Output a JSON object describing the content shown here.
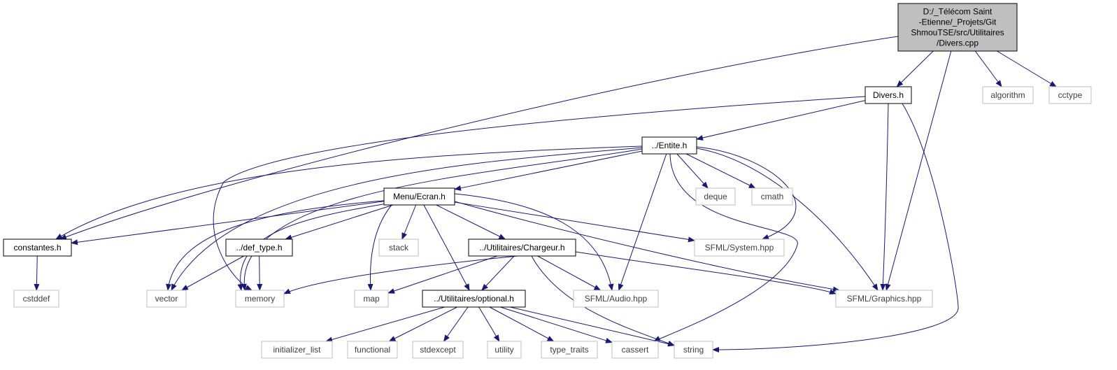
{
  "diagram": {
    "colors": {
      "edge": "#191970",
      "root_fill": "#bfbfbf",
      "box_border": "#000000",
      "system_border": "#bfbfbf",
      "system_text": "#3f3f3f"
    },
    "nodes": [
      {
        "id": "divers_cpp",
        "kind": "root",
        "lines": [
          "D:/_Télécom Saint",
          "-Etienne/_Projets/Git",
          "ShmouTSE/src/Utilitaires",
          "/Divers.cpp"
        ]
      },
      {
        "id": "divers_h",
        "kind": "file",
        "lines": [
          "Divers.h"
        ]
      },
      {
        "id": "algorithm",
        "kind": "system",
        "lines": [
          "algorithm"
        ]
      },
      {
        "id": "cctype",
        "kind": "system",
        "lines": [
          "cctype"
        ]
      },
      {
        "id": "entite_h",
        "kind": "file",
        "lines": [
          "../Entite.h"
        ]
      },
      {
        "id": "deque",
        "kind": "system",
        "lines": [
          "deque"
        ]
      },
      {
        "id": "cmath",
        "kind": "system",
        "lines": [
          "cmath"
        ]
      },
      {
        "id": "menu_ecran_h",
        "kind": "file",
        "lines": [
          "Menu/Ecran.h"
        ]
      },
      {
        "id": "stack",
        "kind": "system",
        "lines": [
          "stack"
        ]
      },
      {
        "id": "sfml_system",
        "kind": "system",
        "lines": [
          "SFML/System.hpp"
        ]
      },
      {
        "id": "constantes_h",
        "kind": "file",
        "lines": [
          "constantes.h"
        ]
      },
      {
        "id": "def_type_h",
        "kind": "file",
        "lines": [
          "../def_type.h"
        ]
      },
      {
        "id": "chargeur_h",
        "kind": "file",
        "lines": [
          "../Utilitaires/Chargeur.h"
        ]
      },
      {
        "id": "cstddef",
        "kind": "system",
        "lines": [
          "cstddef"
        ]
      },
      {
        "id": "vector",
        "kind": "system",
        "lines": [
          "vector"
        ]
      },
      {
        "id": "memory",
        "kind": "system",
        "lines": [
          "memory"
        ]
      },
      {
        "id": "map",
        "kind": "system",
        "lines": [
          "map"
        ]
      },
      {
        "id": "optional_h",
        "kind": "file",
        "lines": [
          "../Utilitaires/optional.h"
        ]
      },
      {
        "id": "sfml_audio",
        "kind": "system",
        "lines": [
          "SFML/Audio.hpp"
        ]
      },
      {
        "id": "sfml_graphics",
        "kind": "system",
        "lines": [
          "SFML/Graphics.hpp"
        ]
      },
      {
        "id": "initializer_list",
        "kind": "system",
        "lines": [
          "initializer_list"
        ]
      },
      {
        "id": "functional",
        "kind": "system",
        "lines": [
          "functional"
        ]
      },
      {
        "id": "stdexcept",
        "kind": "system",
        "lines": [
          "stdexcept"
        ]
      },
      {
        "id": "utility",
        "kind": "system",
        "lines": [
          "utility"
        ]
      },
      {
        "id": "type_traits",
        "kind": "system",
        "lines": [
          "type_traits"
        ]
      },
      {
        "id": "cassert",
        "kind": "system",
        "lines": [
          "cassert"
        ]
      },
      {
        "id": "string",
        "kind": "system",
        "lines": [
          "string"
        ]
      }
    ],
    "edges": [
      {
        "from": "divers_cpp",
        "to": "divers_h"
      },
      {
        "from": "divers_cpp",
        "to": "algorithm"
      },
      {
        "from": "divers_cpp",
        "to": "cctype"
      },
      {
        "from": "divers_cpp",
        "to": "constantes_h"
      },
      {
        "from": "divers_cpp",
        "to": "sfml_graphics"
      },
      {
        "from": "divers_h",
        "to": "entite_h"
      },
      {
        "from": "divers_h",
        "to": "memory"
      },
      {
        "from": "divers_h",
        "to": "sfml_graphics"
      },
      {
        "from": "divers_h",
        "to": "string"
      },
      {
        "from": "entite_h",
        "to": "menu_ecran_h"
      },
      {
        "from": "entite_h",
        "to": "deque"
      },
      {
        "from": "entite_h",
        "to": "cmath"
      },
      {
        "from": "entite_h",
        "to": "constantes_h"
      },
      {
        "from": "entite_h",
        "to": "vector"
      },
      {
        "from": "entite_h",
        "to": "memory"
      },
      {
        "from": "entite_h",
        "to": "sfml_system"
      },
      {
        "from": "entite_h",
        "to": "sfml_audio"
      },
      {
        "from": "entite_h",
        "to": "sfml_graphics"
      },
      {
        "from": "entite_h",
        "to": "cassert"
      },
      {
        "from": "menu_ecran_h",
        "to": "stack"
      },
      {
        "from": "menu_ecran_h",
        "to": "constantes_h"
      },
      {
        "from": "menu_ecran_h",
        "to": "def_type_h"
      },
      {
        "from": "menu_ecran_h",
        "to": "chargeur_h"
      },
      {
        "from": "menu_ecran_h",
        "to": "vector"
      },
      {
        "from": "menu_ecran_h",
        "to": "memory"
      },
      {
        "from": "menu_ecran_h",
        "to": "map"
      },
      {
        "from": "menu_ecran_h",
        "to": "optional_h"
      },
      {
        "from": "menu_ecran_h",
        "to": "sfml_system"
      },
      {
        "from": "menu_ecran_h",
        "to": "sfml_audio"
      },
      {
        "from": "menu_ecran_h",
        "to": "sfml_graphics"
      },
      {
        "from": "constantes_h",
        "to": "cstddef"
      },
      {
        "from": "def_type_h",
        "to": "vector"
      },
      {
        "from": "def_type_h",
        "to": "memory"
      },
      {
        "from": "chargeur_h",
        "to": "memory"
      },
      {
        "from": "chargeur_h",
        "to": "map"
      },
      {
        "from": "chargeur_h",
        "to": "optional_h"
      },
      {
        "from": "chargeur_h",
        "to": "sfml_audio"
      },
      {
        "from": "chargeur_h",
        "to": "sfml_graphics"
      },
      {
        "from": "chargeur_h",
        "to": "string"
      },
      {
        "from": "optional_h",
        "to": "initializer_list"
      },
      {
        "from": "optional_h",
        "to": "functional"
      },
      {
        "from": "optional_h",
        "to": "stdexcept"
      },
      {
        "from": "optional_h",
        "to": "utility"
      },
      {
        "from": "optional_h",
        "to": "type_traits"
      },
      {
        "from": "optional_h",
        "to": "cassert"
      },
      {
        "from": "optional_h",
        "to": "string"
      }
    ]
  }
}
